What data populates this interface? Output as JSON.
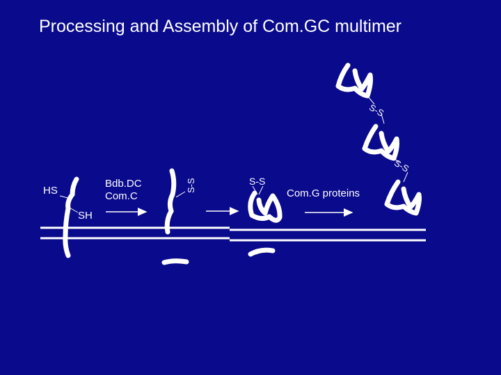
{
  "slide": {
    "title": "Processing and Assembly of Com.GC multimer",
    "labels": {
      "hs": "HS",
      "sh": "SH",
      "enzyme_line1": "Bdb.DC",
      "enzyme_line2": "Com.C",
      "ss_vertical": "S-S",
      "ss_mid": "S-S",
      "comg_proteins": "Com.G proteins",
      "ss_top": "S-S",
      "ss_right": "S-S"
    }
  },
  "colors": {
    "background": "#0a0a8c",
    "foreground": "#ffffff",
    "arrow": "#ffffff"
  }
}
